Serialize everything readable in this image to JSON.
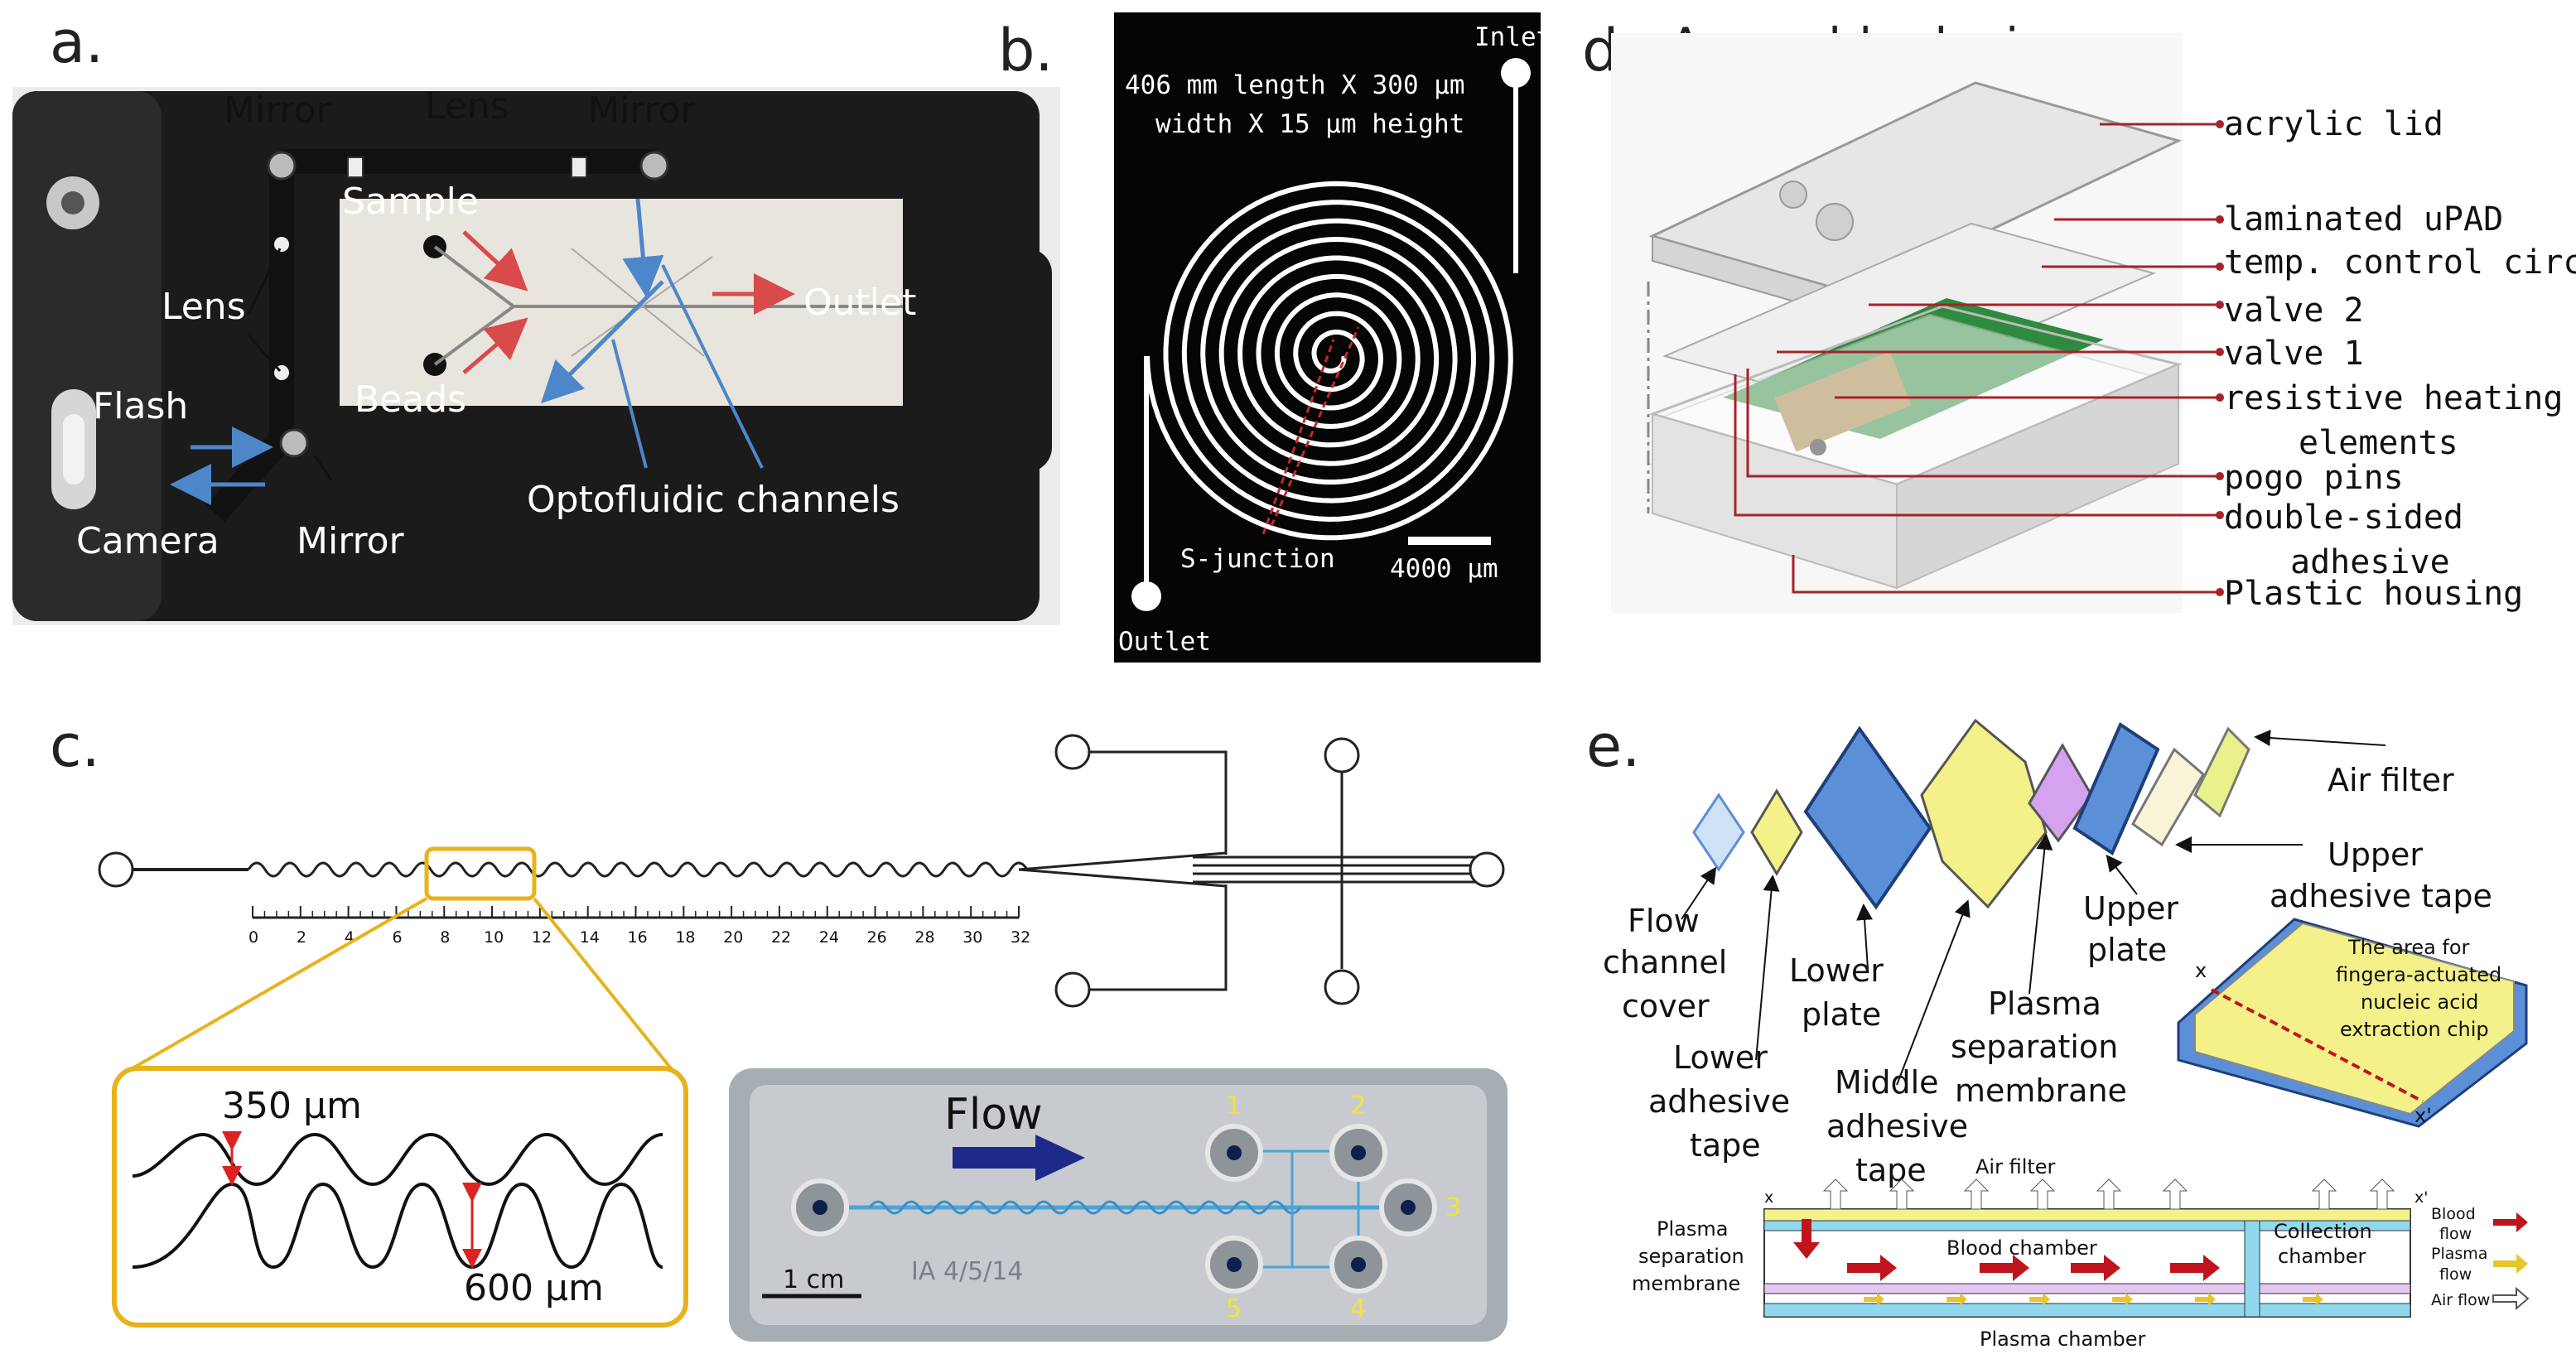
{
  "panels": {
    "a": {
      "letter": "a.",
      "labels": {
        "mirror_top_left": "Mirror",
        "lens_top": "Lens",
        "mirror_top_right": "Mirror",
        "sample": "Sample",
        "lens_left": "Lens",
        "outlet": "Outlet",
        "beads": "Beads",
        "flash": "Flash",
        "optofluidic_channels": "Optofluidic channels",
        "camera": "Camera",
        "mirror_bottom": "Mirror"
      }
    },
    "b": {
      "letter": "b.",
      "dims_line1": "406 mm length X 300 μm",
      "dims_line2": "width X 15 μm height",
      "inlet": "Inlet",
      "outlet": "Outlet",
      "sjunction": "S-junction",
      "scalebar": "4000 μm"
    },
    "d": {
      "letter": "d.",
      "title": "Assemble device",
      "labels": [
        "acrylic lid",
        "laminated uPAD",
        "temp. control circuit",
        "valve 2",
        "valve 1",
        "resistive heating",
        "elements",
        "pogo pins",
        "double-sided",
        "adhesive",
        "Plastic housing"
      ]
    },
    "c": {
      "letter": "c.",
      "ticks": [
        "0",
        "2",
        "4",
        "6",
        "8",
        "10",
        "12",
        "14",
        "16",
        "18",
        "20",
        "22",
        "24",
        "26",
        "28",
        "30",
        "32"
      ],
      "dim_350": "350 μm",
      "dim_600": "600 μm",
      "flow": "Flow",
      "scale": "1 cm",
      "ports": [
        "1",
        "2",
        "3",
        "4",
        "5"
      ],
      "handwriting": "IA 4/5/14"
    },
    "e": {
      "letter": "e.",
      "parts": {
        "air_filter": "Air filter",
        "upper_adhesive_1": "Upper",
        "upper_adhesive_2": "adhesive tape",
        "upper_plate_1": "Upper",
        "upper_plate_2": "plate",
        "flow_cover_1": "Flow",
        "flow_cover_2": "channel",
        "flow_cover_3": "cover",
        "lower_plate_1": "Lower",
        "lower_plate_2": "plate",
        "plasma_sep_1": "Plasma",
        "plasma_sep_2": "separation",
        "plasma_sep_3": "membrane",
        "lower_adh_1": "Lower",
        "lower_adh_2": "adhesive",
        "lower_adh_3": "tape",
        "middle_adh_1": "Middle",
        "middle_adh_2": "adhesive",
        "middle_adh_3": "tape"
      },
      "chip_note": [
        "The area for",
        "fingera-actuated",
        "nucleic acid",
        "extraction chip"
      ],
      "x": "x",
      "xp": "x'",
      "section": {
        "air_filter": "Air filter",
        "plasma_sep": [
          "Plasma",
          "separation",
          "membrane"
        ],
        "blood_chamber": "Blood chamber",
        "collection": [
          "Collection",
          "chamber"
        ],
        "plasma_chamber": "Plasma chamber",
        "legend_blood": [
          "Blood",
          "flow"
        ],
        "legend_plasma": [
          "Plasma",
          "flow"
        ],
        "legend_air": "Air flow"
      },
      "colors": {
        "blood": "#c0141c",
        "plasma": "#e8c62a",
        "air": "#ffffff",
        "yellow": "#f4f08a",
        "blue": "#5b8fd8"
      }
    }
  }
}
